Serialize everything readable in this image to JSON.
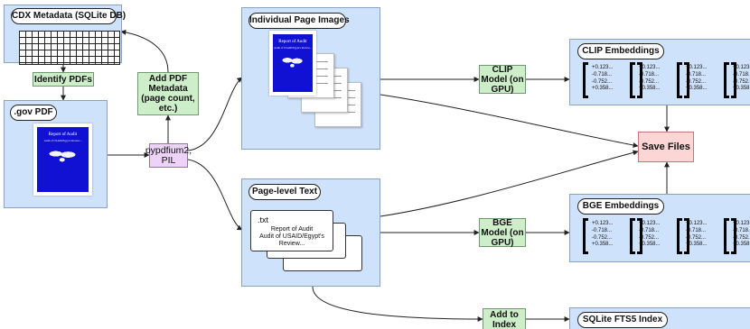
{
  "cdx": {
    "title": "CDX Metadata (SQLite DB)"
  },
  "identify": {
    "label": "Identify PDFs"
  },
  "gov_pdf": {
    "title": ".gov PDF",
    "doc_title": "Report of Audit",
    "doc_sub": "Audit of USAID/Egypt's Review..."
  },
  "pypdfium": {
    "label": "pypdfium2, PIL"
  },
  "add_meta": {
    "label": "Add PDF Metadata (page count, etc.)"
  },
  "page_images": {
    "title": "Individual Page Images"
  },
  "page_text": {
    "title": "Page-level Text",
    "card_header": ".txt",
    "line1": "Report of Audit",
    "line2": "Audit of USAID/Egypt's",
    "line3": "Review..."
  },
  "clip_model": {
    "label": "CLIP Model (on GPU)"
  },
  "bge_model": {
    "label": "BGE Model (on GPU)"
  },
  "clip_emb": {
    "title": "CLIP Embeddings"
  },
  "bge_emb": {
    "title": "BGE Embeddings"
  },
  "vector_values": [
    "+0.123...",
    "-0.718...",
    "-0.752...",
    "+0.358..."
  ],
  "save": {
    "label": "Save Files"
  },
  "add_index": {
    "label": "Add to Index"
  },
  "fts": {
    "title": "SQLite FTS5 Index"
  },
  "colors": {
    "panel": "#cfe2fb",
    "green": "#cdeec9",
    "purple": "#ecd3f7",
    "pink": "#fcd5d5",
    "doc_blue": "#1111d4"
  }
}
